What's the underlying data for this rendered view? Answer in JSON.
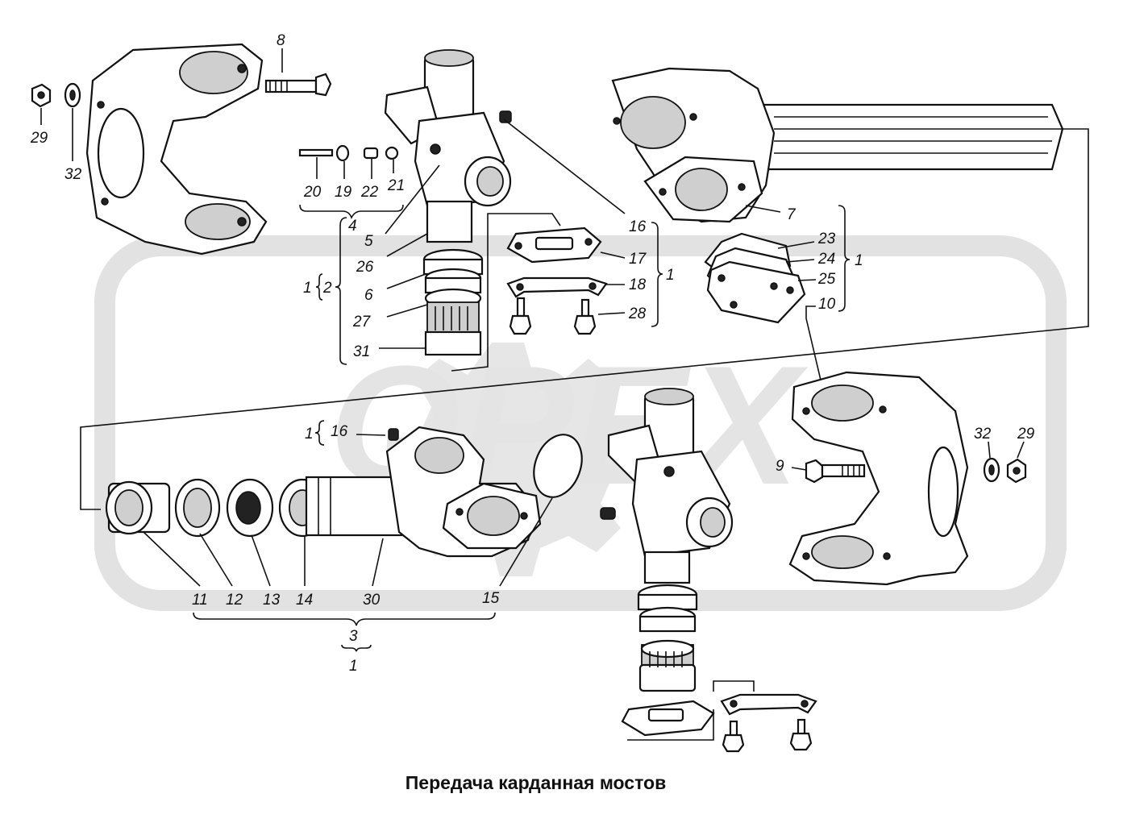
{
  "caption": "Передача карданная мостов",
  "watermark": "OPEX",
  "colors": {
    "ink": "#111111",
    "watermark": "#e6e6e6",
    "background": "#ffffff"
  },
  "callouts": {
    "c29a": "29",
    "c32a": "32",
    "c8": "8",
    "c20": "20",
    "c19": "19",
    "c22": "22",
    "c21": "21",
    "c4": "4",
    "c5": "5",
    "c26": "26",
    "c1a": "1",
    "c2": "2",
    "c6": "6",
    "c27": "27",
    "c31": "31",
    "c16a": "16",
    "c17": "17",
    "c18": "18",
    "c28": "28",
    "c1b": "1",
    "c7": "7",
    "c23": "23",
    "c24": "24",
    "c25": "25",
    "c10": "10",
    "c1c": "1",
    "c1d": "1",
    "c16b": "16",
    "c9": "9",
    "c32b": "32",
    "c29b": "29",
    "c11": "11",
    "c12": "12",
    "c13": "13",
    "c14": "14",
    "c30": "30",
    "c15": "15",
    "c3": "3",
    "c1e": "1"
  }
}
